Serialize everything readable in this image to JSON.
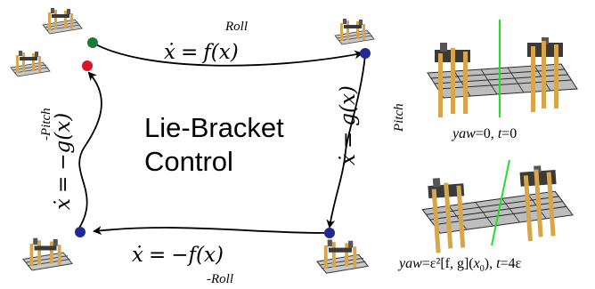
{
  "title_lines": [
    "Lie-Bracket",
    "Control"
  ],
  "moves": {
    "roll": {
      "label": "Roll",
      "equation_lhs": "ẋ",
      "equation_rhs": "f(x)"
    },
    "pitch": {
      "label": "Pitch",
      "equation_lhs": "ẋ",
      "equation_rhs": "g(x)"
    },
    "neg_roll": {
      "label": "-Roll",
      "equation_lhs": "ẋ",
      "equation_rhs": "−f(x)"
    },
    "neg_pitch": {
      "label": "-Pitch",
      "equation_lhs": "ẋ",
      "equation_rhs": "−g(x)"
    }
  },
  "equals": "=",
  "captions": {
    "top": {
      "var1": "yaw",
      "val1": "=0, ",
      "var2": "t",
      "val2": "=0"
    },
    "bottom": {
      "var1": "yaw",
      "val1": "=ε²[f, g](",
      "var_x": "x",
      "sub": "0",
      "close": "), ",
      "var2": "t",
      "val2": "=4ε"
    }
  },
  "colors": {
    "start_dot": "#1a7a3a",
    "end_dot": "#d9152a",
    "corner_dot": "#232a8f",
    "yaw_line": "#22e022",
    "leg": "#d8a64a",
    "frame": "#2b2b2b"
  },
  "icons": [
    "robot-render-icon"
  ]
}
